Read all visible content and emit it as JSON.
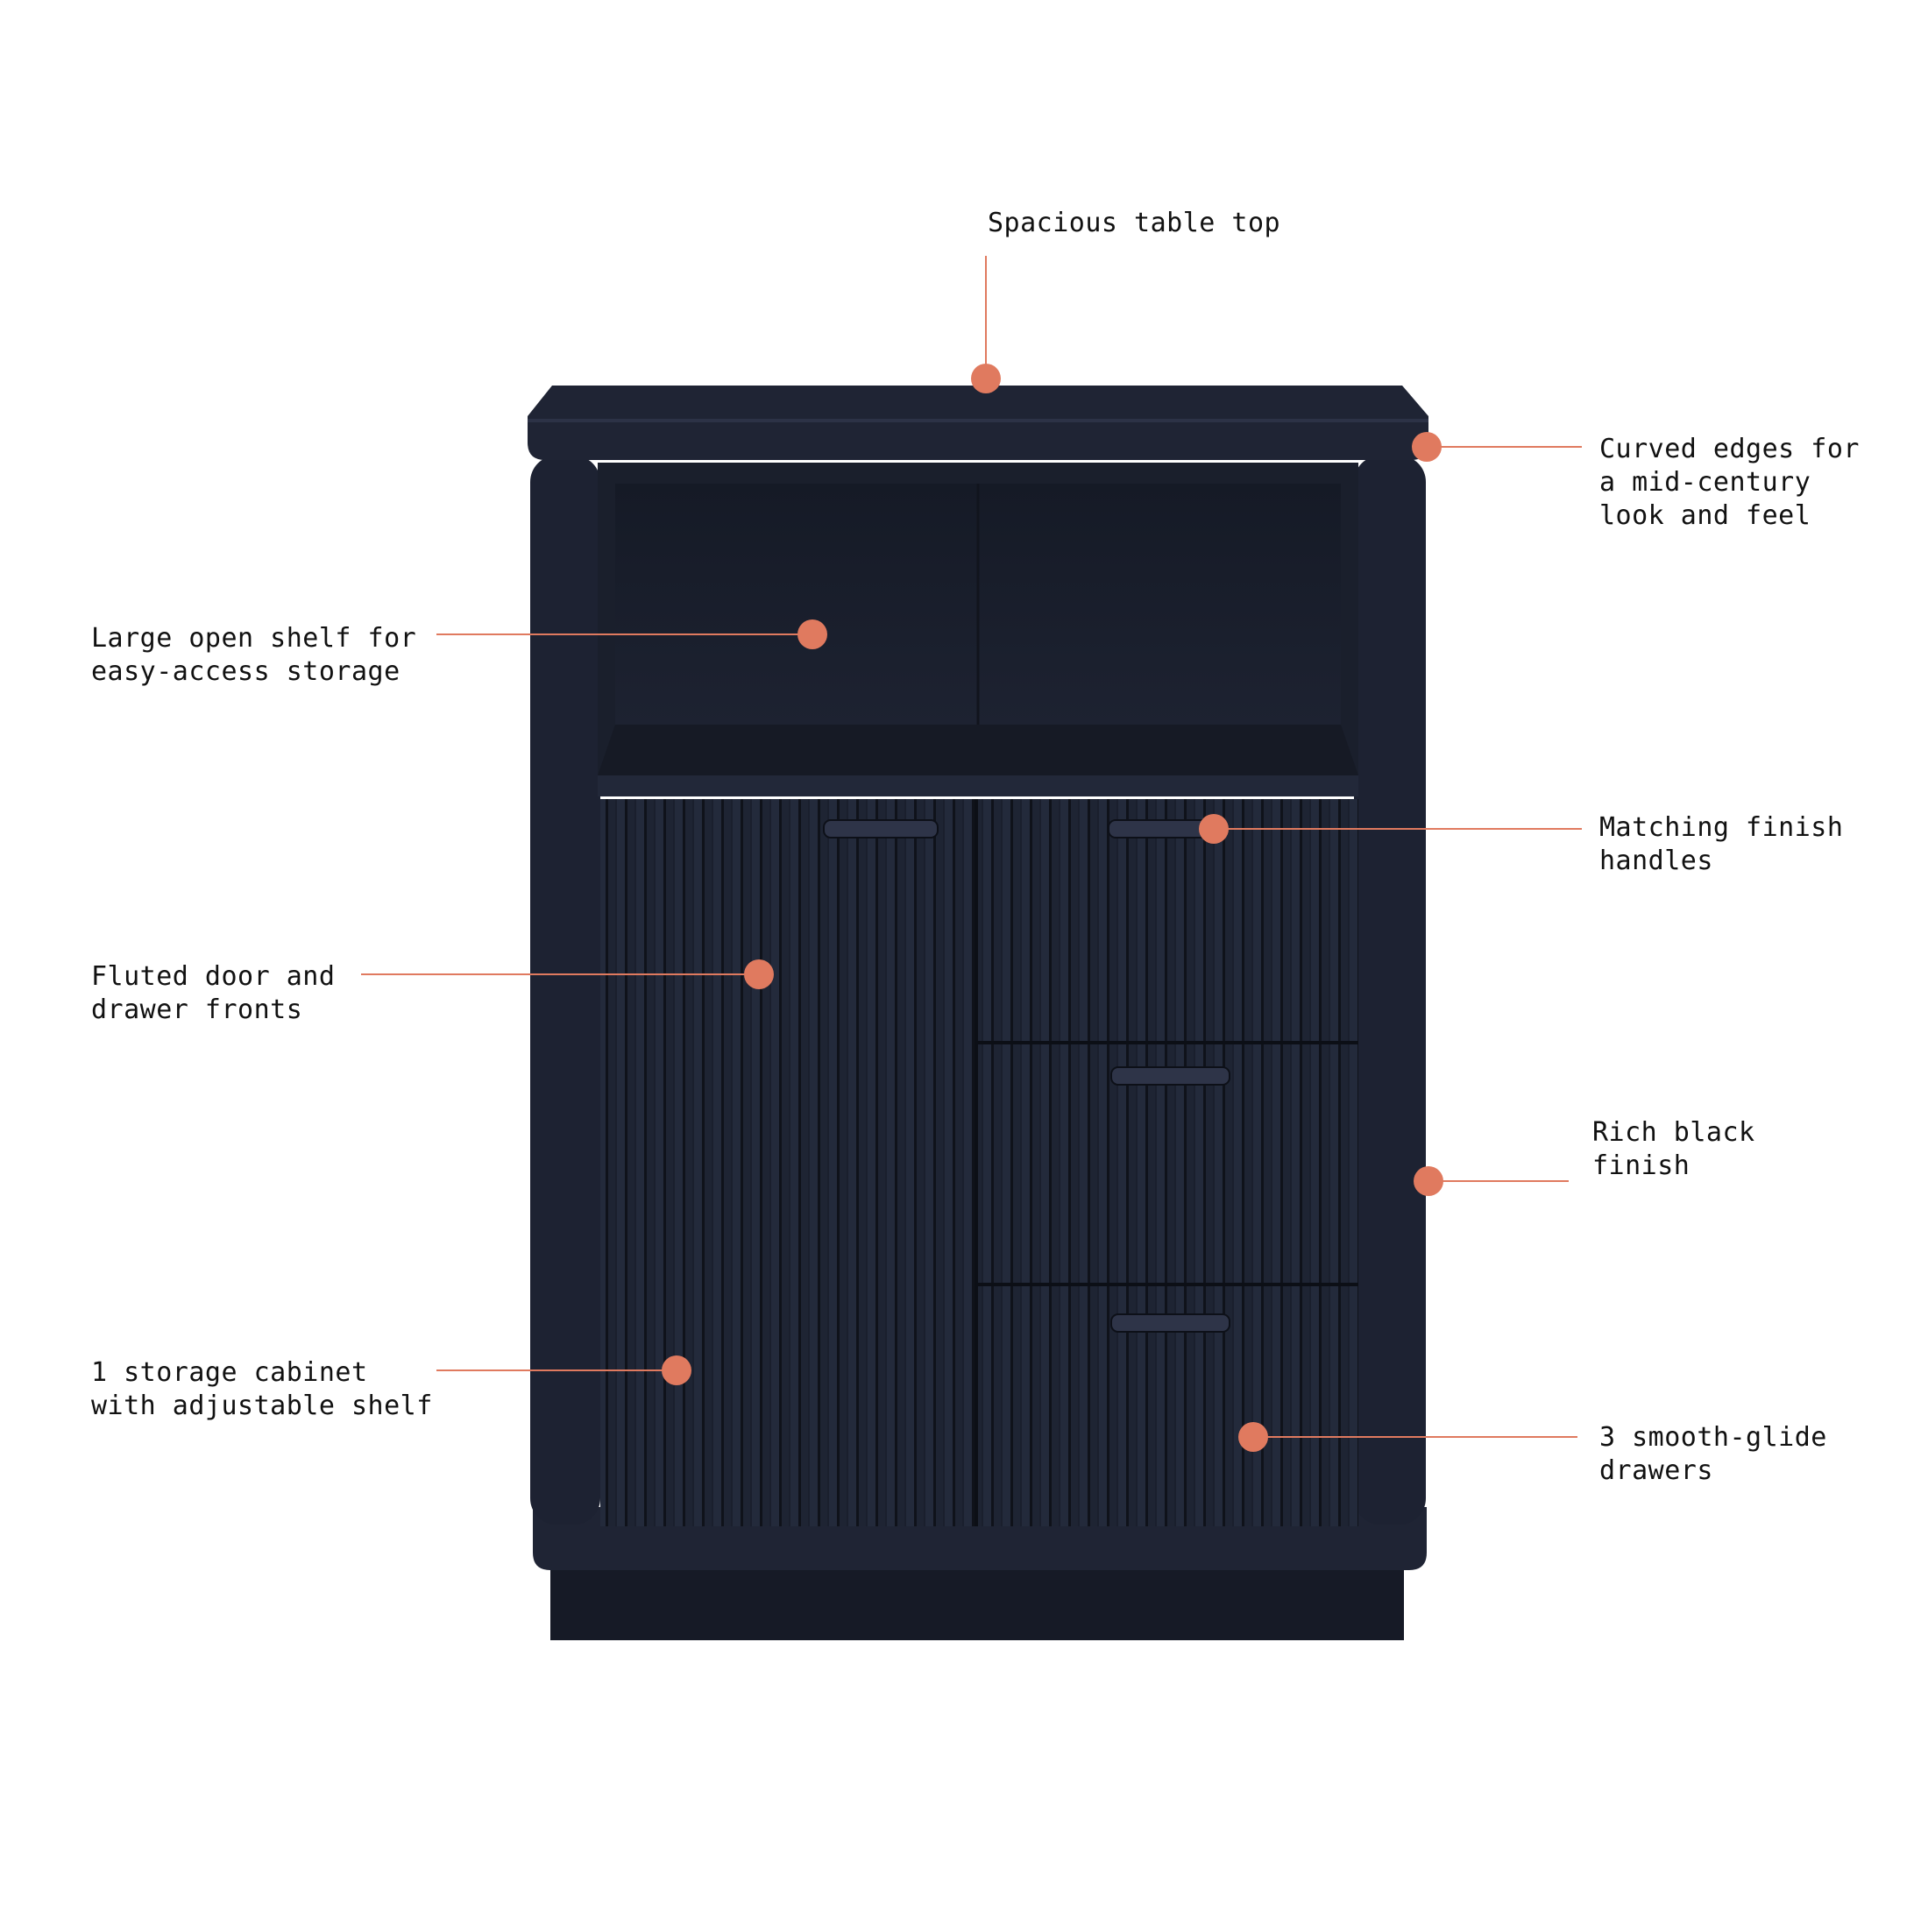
{
  "colors": {
    "background": "#ffffff",
    "cabinet": "#1c2130",
    "cabinet_dark": "#121620",
    "cabinet_edge": "#2a3042",
    "accent": "#e07a5f",
    "text": "#111111"
  },
  "callouts": [
    {
      "id": "table-top",
      "lines": [
        "Spacious table top"
      ]
    },
    {
      "id": "curved-edges",
      "lines": [
        "Curved edges for",
        "a mid-century",
        "look and feel"
      ]
    },
    {
      "id": "open-shelf",
      "lines": [
        "Large open shelf for",
        "easy-access storage"
      ]
    },
    {
      "id": "handles",
      "lines": [
        "Matching finish",
        "handles"
      ]
    },
    {
      "id": "fluted",
      "lines": [
        "Fluted door and",
        "drawer fronts"
      ]
    },
    {
      "id": "black-finish",
      "lines": [
        "Rich black",
        "finish"
      ]
    },
    {
      "id": "cabinet",
      "lines": [
        "1 storage cabinet",
        "with adjustable shelf"
      ]
    },
    {
      "id": "drawers",
      "lines": [
        "3 smooth-glide",
        "drawers"
      ]
    }
  ]
}
